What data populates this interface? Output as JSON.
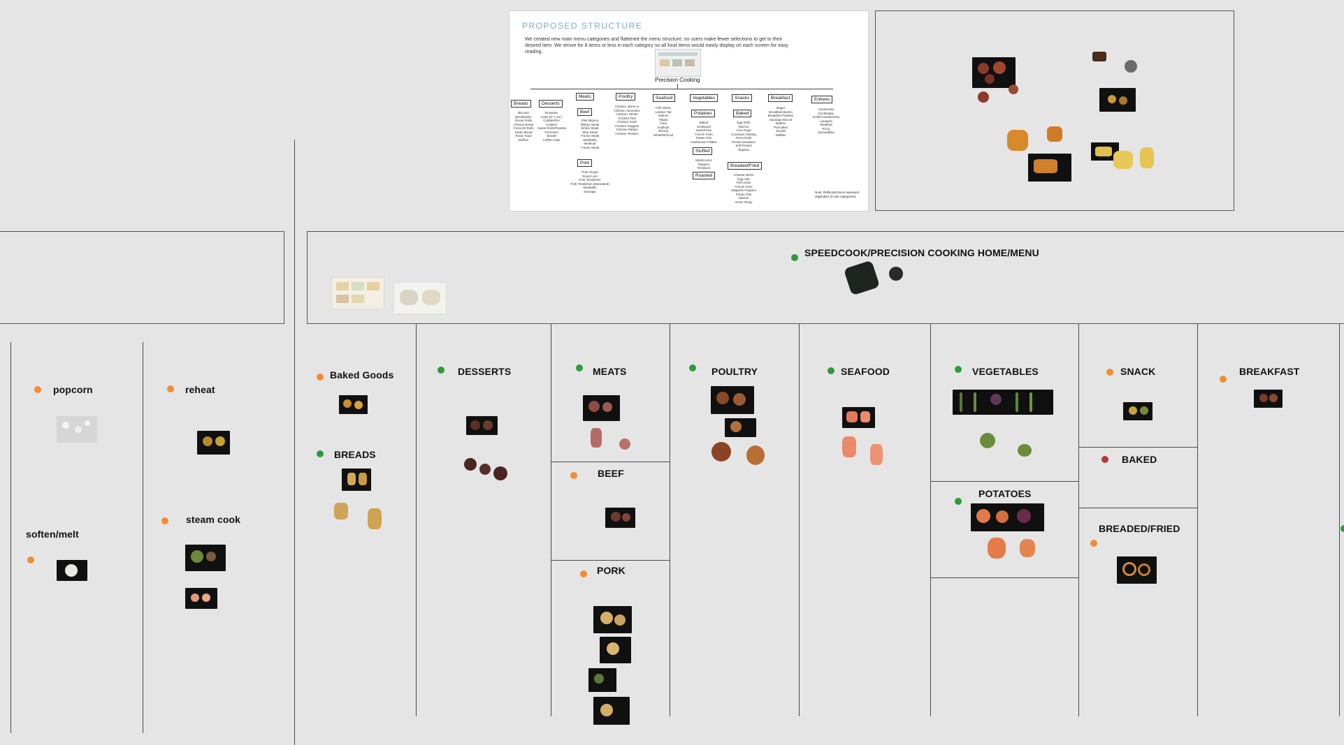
{
  "structure_doc": {
    "title": "PROPOSED STRUCTURE",
    "description": "We created new main menu categories and flattened the menu structure, so users make fewer selections to get to their desired item. We strove for 8 items or less in each category so all food items would easily display on each screen for easy reading.",
    "hub_label": "Precision Cooking",
    "categories": {
      "breads": "Breads",
      "desserts": "Desserts",
      "meats": "Meats",
      "poultry": "Poultry",
      "seafood": "Seafood",
      "vegetables": "Vegetables",
      "snacks": "Snacks",
      "breakfast": "Breakfast",
      "entrees": "Entrees",
      "beef": "Beef",
      "pork": "Pork",
      "potatoes": "Potatoes",
      "stuffed": "Stuffed",
      "roasted": "Roasted",
      "baked": "Baked",
      "breaded_fried": "Breaded/Fried"
    },
    "items": {
      "breads": "Biscuits\nBreadsticks\nDinner Rolls\nCheese Bread\nCrescent Rolls\nGarlic Bread\nTexas Toast\nMuffins",
      "desserts": "Brownies\nCake (8\" x 13\")\nCobbler/Pie\nCookies\nSweet Rolls/Pastries\nTurnovers\nStrudel\nCoffee Cake",
      "beef": "Filet Mignon\nRibeye Steak\nSirloin Steak\nStrip Steak\nT-bone Steak\nMeatballs\nMeatloaf\nT-bone Steak",
      "pork": "Pork Chops\nRoast Loin\nPork Tenderloin\nPork Tenderloin (Marinated)\nMeatballs\nSausage",
      "poultry": "Chicken, Bone-in\nChicken, Boneless\nChicken, Whole\nChicken Filet\nChicken Fried\nChicken Nuggets\nChicken Patties\nChicken Tenders",
      "seafood": "Fish Sticks\nLobster Tail\nSalmon\nTilapia\nTuna\nScallops\nShrimp\nWhitefish/Cod",
      "potatoes": "Baked\nScalloped\nSweet/Yam\nFrench Fries\nPotato Tots\nHashbrown Patties",
      "stuffed": "Mushrooms\nPeppers\nTomatoes",
      "baked": "Egg Rolls\nNachos\nCorn Dogs\nCroissant Holding\nPizza Rolls\nPocket sandwich\nSoft Pretzel\nTaquitos",
      "breaded_fried": "Cheese sticks\nEgg rolls\nFish sticks\nFrench Fries\nJalapeño Poppers\nPotato Tots\nNachos\nOnion Rings",
      "breakfast": "Bagel\nBreakfast Burrito\nBreakfast Pastries\nSausage Biscuit\nMuffins\nPancakes\nStrudel\nWaffles",
      "entrees": "Casseroles\nEnchiladas\nGrilled Sandwiches\nLasagna\nMeatloaf\nPizza\nQuesadillas"
    },
    "note": "Note: Reflected items represent duplicates (in two categories)."
  },
  "board": {
    "main_title": "SPEEDCOOK/PRECISION COOKING HOME/MENU",
    "left_sections": {
      "popcorn": "popcorn",
      "reheat": "reheat",
      "soften_melt": "soften/melt",
      "steam_cook": "steam cook"
    },
    "categories": {
      "baked_goods": "Baked Goods",
      "breads": "BREADS",
      "desserts": "DESSERTS",
      "meats": "MEATS",
      "beef": "BEEF",
      "pork": "PORK",
      "poultry": "POULTRY",
      "seafood": "SEAFOOD",
      "vegetables": "VEGETABLES",
      "potatoes": "POTATOES",
      "snack": "SNACK",
      "baked": "BAKED",
      "breaded_fried": "BREADED/FRIED",
      "breakfast": "BREAKFAST"
    },
    "colors": {
      "canvas": "#e5e5e5",
      "dot_green": "#2e9a3b",
      "dot_orange": "#f08c34",
      "dot_red": "#b23a2e"
    }
  }
}
